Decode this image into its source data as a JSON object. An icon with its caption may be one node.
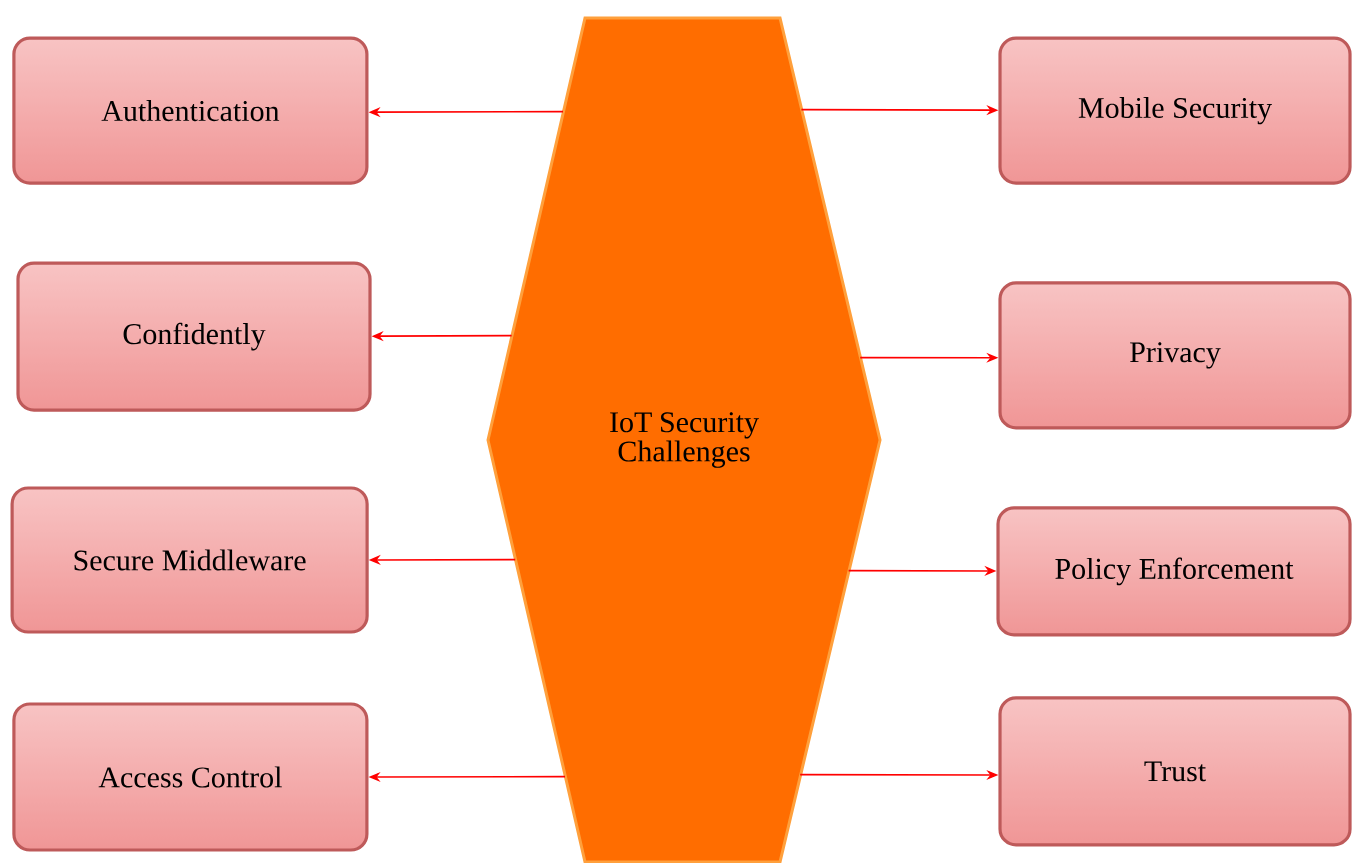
{
  "diagram": {
    "nodes": [
      {
        "text": [
          "IoT Security Challenges"
        ]
      },
      {
        "text": [
          "Authentication"
        ]
      },
      {
        "text": [
          "Confidently"
        ]
      },
      {
        "text": [
          "Secure Middleware"
        ]
      },
      {
        "text": [
          "Access Control"
        ]
      },
      {
        "text": [
          "Mobile Security"
        ]
      },
      {
        "text": [
          "Privacy"
        ]
      },
      {
        "text": [
          "Policy Enforcement"
        ]
      },
      {
        "text": [
          "Trust"
        ]
      }
    ],
    "edges": [
      {
        "from": 0,
        "to": 1,
        "arrow": "to"
      },
      {
        "from": 0,
        "to": 2,
        "arrow": "to"
      },
      {
        "from": 0,
        "to": 3,
        "arrow": "to"
      },
      {
        "from": 0,
        "to": 4,
        "arrow": "to"
      },
      {
        "from": 0,
        "to": 5,
        "arrow": "to"
      },
      {
        "from": 0,
        "to": 6,
        "arrow": "to"
      },
      {
        "from": 0,
        "to": 7,
        "arrow": "to"
      },
      {
        "from": 0,
        "to": 8,
        "arrow": "to"
      }
    ]
  }
}
